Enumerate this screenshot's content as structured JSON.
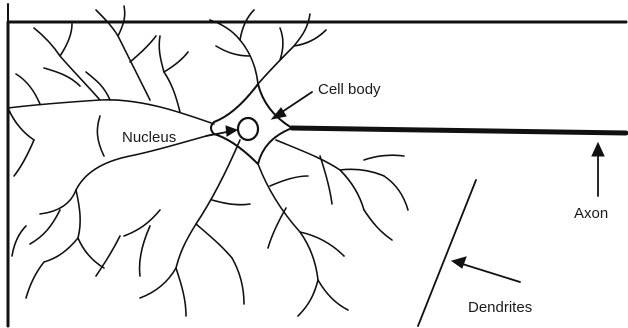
{
  "diagram": {
    "labels": {
      "cell_body": "Cell body",
      "nucleus": "Nucleus",
      "axon": "Axon",
      "dendrites": "Dendrites"
    }
  }
}
